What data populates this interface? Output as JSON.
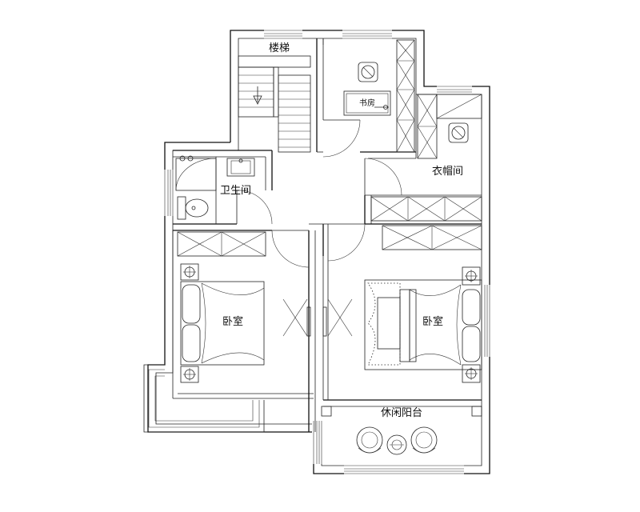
{
  "rooms": {
    "stairs": "楼梯",
    "study": "书房",
    "bathroom": "卫生间",
    "closet": "衣帽间",
    "bedroom_left": "卧室",
    "bedroom_right": "卧室",
    "balcony": "休闲阳台"
  }
}
